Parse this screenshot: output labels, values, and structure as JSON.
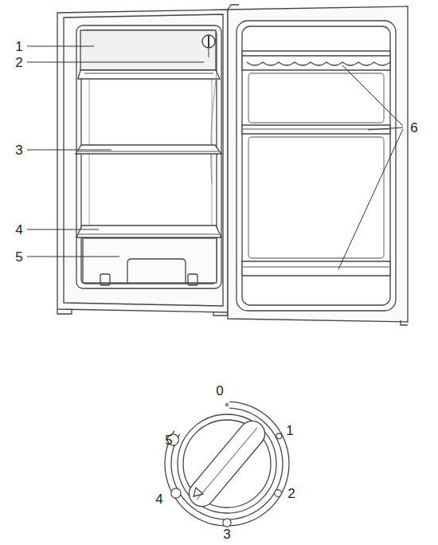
{
  "diagram": {
    "labels": [
      "1",
      "2",
      "3",
      "4",
      "5",
      "6",
      "0",
      "1",
      "2",
      "3",
      "4",
      "5"
    ]
  }
}
